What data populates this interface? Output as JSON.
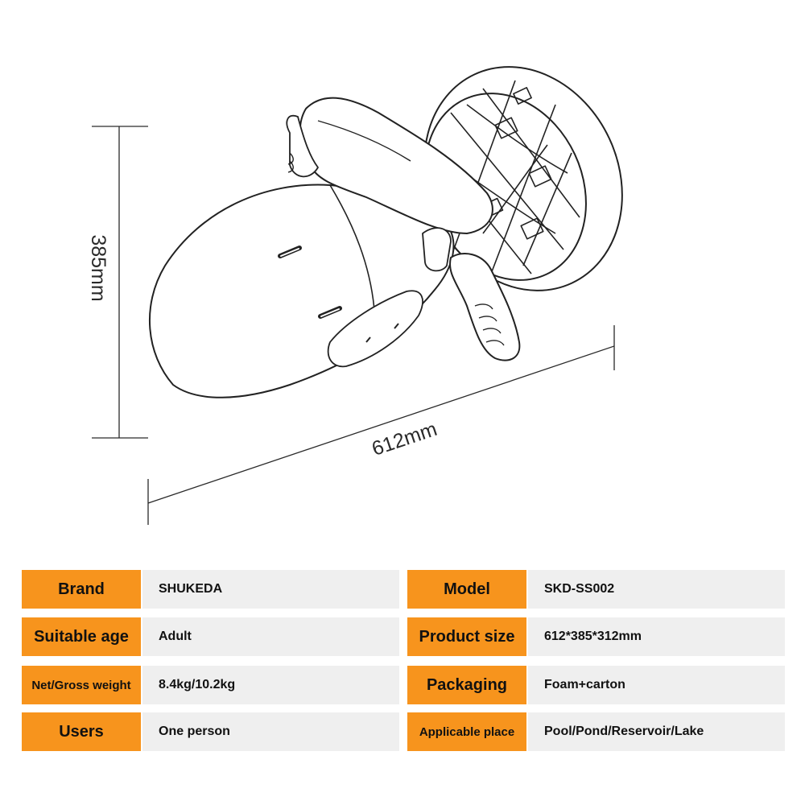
{
  "dimensions": {
    "height_label": "385mm",
    "length_label": "612mm"
  },
  "specs": [
    {
      "left_key": "Brand",
      "left_value": "SHUKEDA",
      "right_key": "Model",
      "right_value": "SKD-SS002"
    },
    {
      "left_key": "Suitable age",
      "left_value": "Adult",
      "right_key": "Product size",
      "right_value": "612*385*312mm"
    },
    {
      "left_key": "Net/Gross weight",
      "left_value": "8.4kg/10.2kg",
      "right_key": "Packaging",
      "right_value": "Foam+carton"
    },
    {
      "left_key": "Users",
      "left_value": "One person",
      "right_key": "Applicable place",
      "right_value": "Pool/Pond/Reservoir/Lake"
    }
  ],
  "colors": {
    "key_background": "#f7941d",
    "value_background": "#efefef",
    "line_color": "#2a2a2a"
  }
}
